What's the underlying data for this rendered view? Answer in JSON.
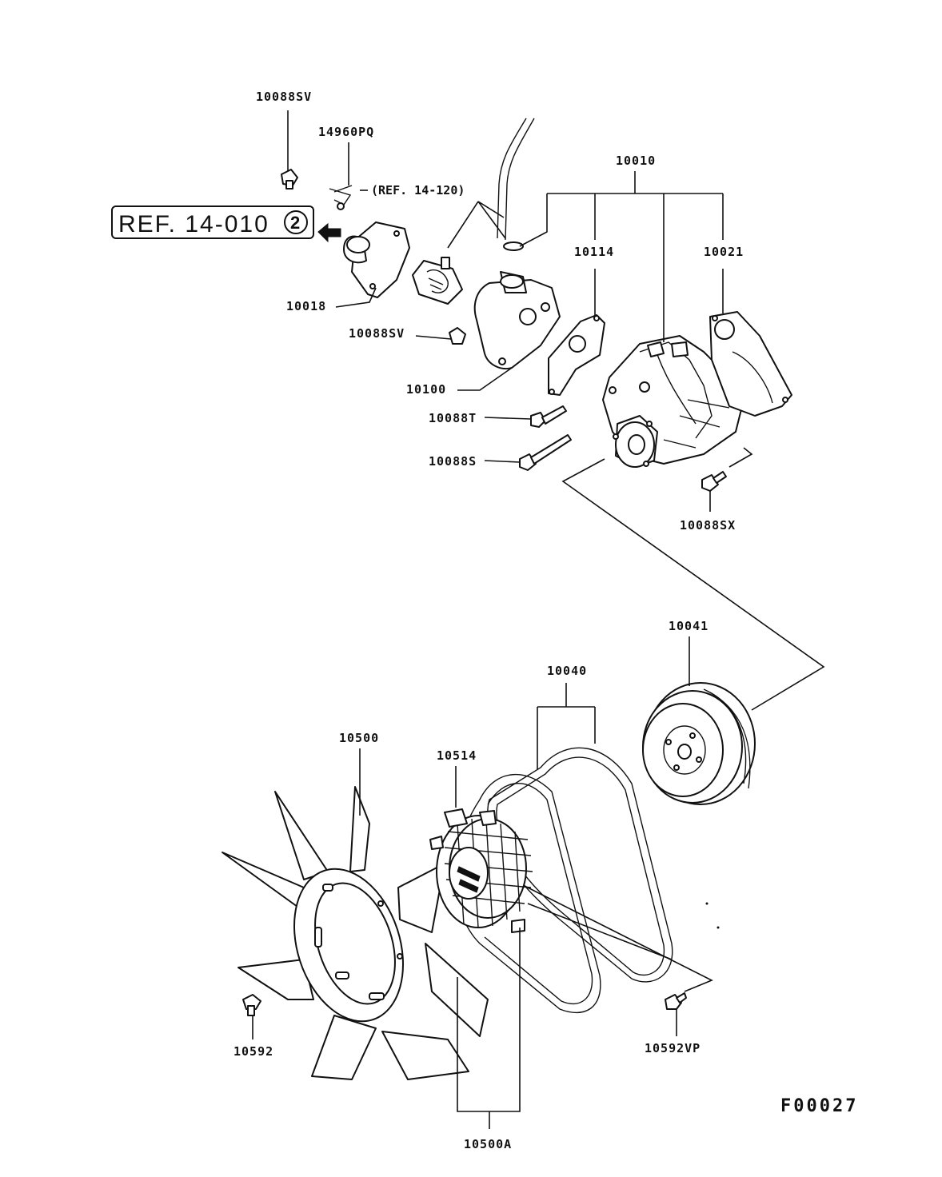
{
  "ref_box": {
    "text": "REF. 14-010",
    "circle_num": "2"
  },
  "sub_ref": "(REF. 14-120)",
  "figure_id": "F00027",
  "labels": {
    "p10088SV_top": "10088SV",
    "p14960PQ": "14960PQ",
    "p10010": "10010",
    "p10114": "10114",
    "p10021": "10021",
    "p10018": "10018",
    "p10088SV_mid": "10088SV",
    "p10100": "10100",
    "p10088T": "10088T",
    "p10088S": "10088S",
    "p10088SX": "10088SX",
    "p10041": "10041",
    "p10040": "10040",
    "p10500": "10500",
    "p10514": "10514",
    "p10592": "10592",
    "p10592VP": "10592VP",
    "p10500A": "10500A"
  }
}
